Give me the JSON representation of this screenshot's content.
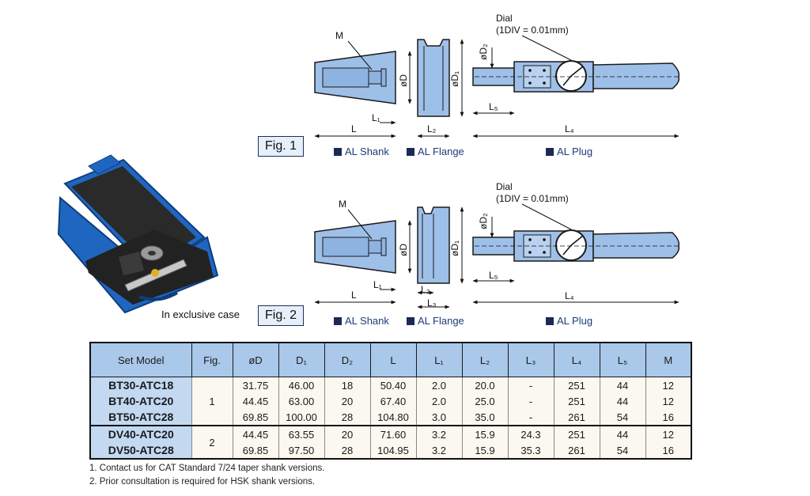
{
  "figures": [
    {
      "badge": "Fig. 1",
      "dial_label": "Dial",
      "dial_div": "(1DIV = 0.01mm)",
      "labels": {
        "M": "M",
        "L": "L",
        "L1": "L₁",
        "L2": "L₂",
        "L4": "L₄",
        "L5": "L₅",
        "D": "øD",
        "D1": "øD₁",
        "D2": "øD₂"
      },
      "legend": [
        "AL Shank",
        "AL Flange",
        "AL Plug"
      ]
    },
    {
      "badge": "Fig. 2",
      "dial_label": "Dial",
      "dial_div": "(1DIV = 0.01mm)",
      "labels": {
        "M": "M",
        "L": "L",
        "L1": "L₁",
        "L2": "L₂",
        "L3": "L₃",
        "L4": "L₄",
        "L5": "L₅",
        "D": "øD",
        "D1": "øD₁",
        "D2": "øD₂"
      },
      "legend": [
        "AL Shank",
        "AL Flange",
        "AL Plug"
      ]
    }
  ],
  "case_caption": "In exclusive case",
  "table": {
    "headers": [
      "Set Model",
      "Fig.",
      "øD",
      "D₁",
      "D₂",
      "L",
      "L₁",
      "L₂",
      "L₃",
      "L₄",
      "L₅",
      "M"
    ],
    "rows": [
      {
        "model": "BT30-ATC18",
        "fig": "1",
        "cells": [
          "31.75",
          "46.00",
          "18",
          "50.40",
          "2.0",
          "20.0",
          "-",
          "251",
          "44",
          "12"
        ]
      },
      {
        "model": "BT40-ATC20",
        "fig": "",
        "cells": [
          "44.45",
          "63.00",
          "20",
          "67.40",
          "2.0",
          "25.0",
          "-",
          "251",
          "44",
          "12"
        ]
      },
      {
        "model": "BT50-ATC28",
        "fig": "",
        "cells": [
          "69.85",
          "100.00",
          "28",
          "104.80",
          "3.0",
          "35.0",
          "-",
          "261",
          "54",
          "16"
        ]
      },
      {
        "model": "DV40-ATC20",
        "fig": "2",
        "cells": [
          "44.45",
          "63.55",
          "20",
          "71.60",
          "3.2",
          "15.9",
          "24.3",
          "251",
          "44",
          "12"
        ]
      },
      {
        "model": "DV50-ATC28",
        "fig": "",
        "cells": [
          "69.85",
          "97.50",
          "28",
          "104.95",
          "3.2",
          "15.9",
          "35.3",
          "261",
          "54",
          "16"
        ]
      }
    ]
  },
  "notes": [
    "1. Contact us for CAT Standard 7/24 taper shank versions.",
    "2. Prior consultation is required for HSK shank versions."
  ],
  "colors": {
    "part_fill": "#9ec0e8",
    "outline": "#1a1a1a",
    "legend_square": "#1b2a55",
    "header_bg": "#a9c8ea",
    "model_bg": "#c2d9f1",
    "case_blue": "#1f66c0"
  }
}
